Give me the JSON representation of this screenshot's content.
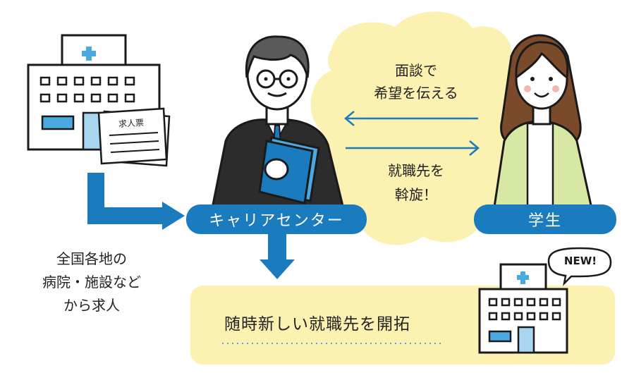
{
  "labels": {
    "career_center": "キャリアセンター",
    "student": "学生",
    "bubble_line1": "面談で",
    "bubble_line2": "希望を伝える",
    "mediate_line1": "就職先を",
    "mediate_line2": "斡旋！",
    "source_line1": "全国各地の",
    "source_line2": "病院・施設など",
    "source_line3": "から求人",
    "result": "随時新しい就職先を開拓",
    "job_sheet": "求人票",
    "new_badge": "NEW!"
  },
  "colors": {
    "primary_blue": "#1a7bbf",
    "light_blue": "#4aa9e0",
    "bubble_yellow": "#fbf1b1",
    "result_yellow": "#fbf1b1",
    "suit": "#2c2c2c",
    "student_cardigan": "#d7e7a4",
    "hair_brown": "#7a4a2a",
    "outline": "#1a1a1a"
  }
}
